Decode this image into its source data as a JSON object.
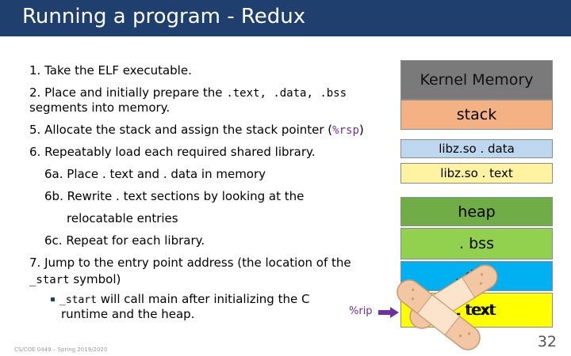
{
  "slide": {
    "title": "Running a program - Redux",
    "footer": "CS/COE 0449 – Spring 2019/2020",
    "page_number": "32"
  },
  "steps": {
    "s1": "1. Take the ELF executable.",
    "s2_text": "2. Place and initially prepare the ",
    "s2_code": ".text, .data, .bss",
    "s2_cont": "segments into memory.",
    "s5_text": "5. Allocate the stack and assign the stack pointer (",
    "s5_code": "%rsp",
    "s5_end": ")",
    "s6": "6. Repeatably load each required shared library.",
    "s6a": "6a. Place . text and . data in memory",
    "s6b": "6b. Rewrite . text sections by looking at the",
    "s6b_cont": "relocatable entries",
    "s6c": "6c. Repeat for each library.",
    "s7": "7. Jump to the entry point address (the location of the",
    "s7_code": "_start",
    "s7_end": " symbol)",
    "bullet_code": "_start",
    "bullet_text": " will call main after initializing the C",
    "bullet_cont": "runtime and the heap."
  },
  "memory": {
    "kernel": "Kernel Memory",
    "stack": "stack",
    "lib_data": "libz.so . data",
    "lib_text": "libz.so . text",
    "heap": "heap",
    "bss": ". bss",
    "data": ". data",
    "text": ". text"
  },
  "register_label": "%rip",
  "colors": {
    "title_bar": "#1f3f6e",
    "kernel": "#7a7a7a",
    "stack": "#f4b183",
    "lib_data": "#bdd7ee",
    "lib_text": "#fff2a1",
    "heap": "#70ad47",
    "bss": "#92d050",
    "data": "#00b0f0",
    "text": "#ffff00",
    "register": "#7030a0"
  }
}
